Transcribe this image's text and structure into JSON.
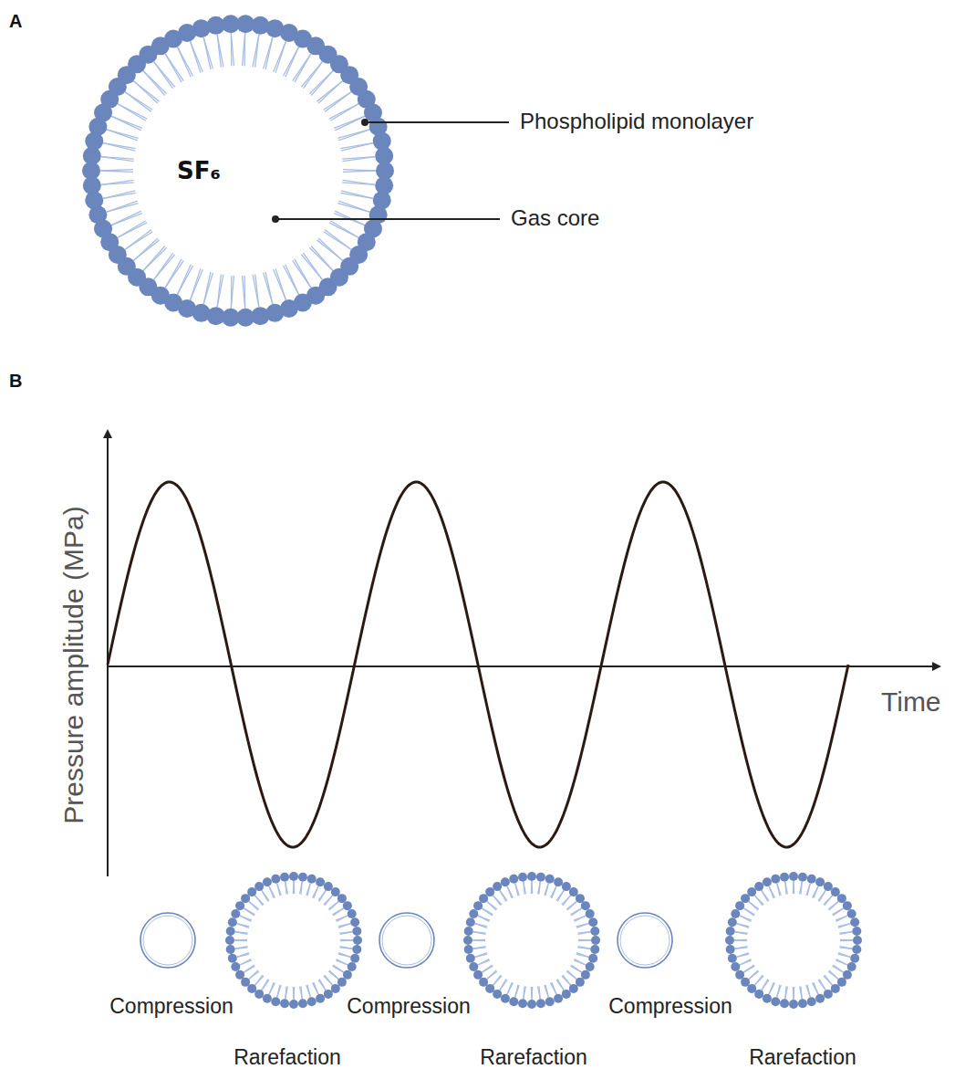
{
  "diagram": {
    "nodes": [
      {
        "text": [
          "SF₆"
        ]
      }
    ],
    "labels": [
      "A",
      "Phospholipid monolayer",
      "Gas core",
      "B",
      "Pressure amplitude (MPa)",
      "Time",
      "Compression",
      "Compression",
      "Compression",
      "Rarefaction",
      "Rarefaction",
      "Rarefaction"
    ]
  }
}
